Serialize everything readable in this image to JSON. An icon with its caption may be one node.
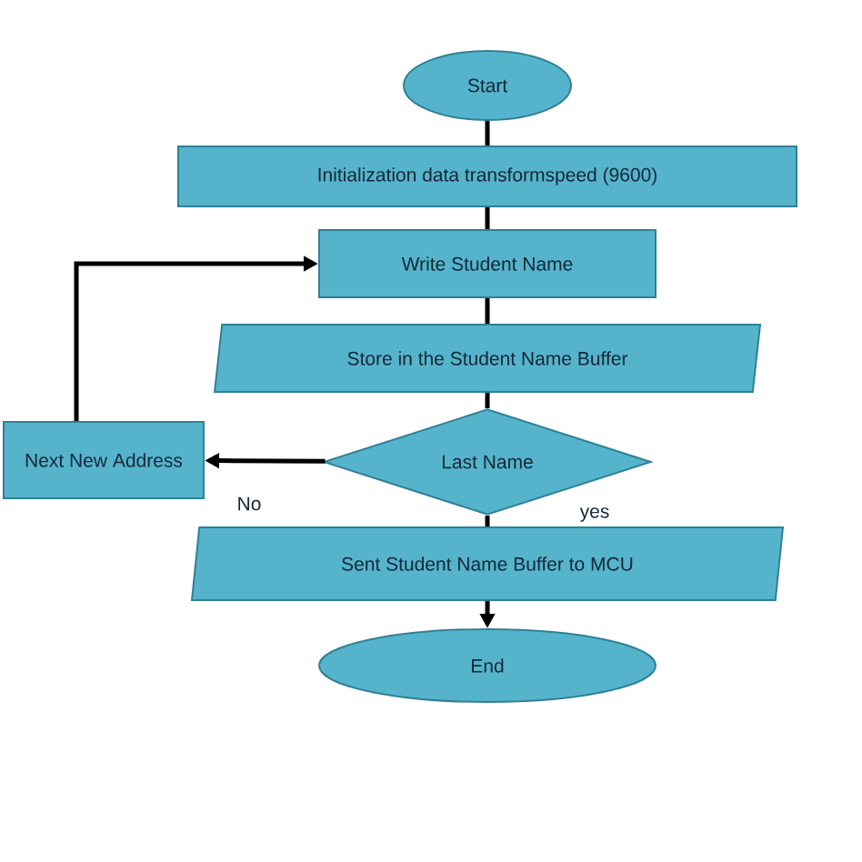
{
  "diagram": {
    "nodes": [
      {
        "text": [
          "Start"
        ]
      },
      {
        "text": [
          "Initialization data transformspeed (9600)"
        ]
      },
      {
        "text": [
          "Write Student Name"
        ]
      },
      {
        "text": [
          "Store in the Student Name Buffer"
        ]
      },
      {
        "text": [
          "Last Name"
        ]
      },
      {
        "text": [
          "Next New Address"
        ]
      },
      {
        "text": [
          "Sent Student Name Buffer to MCU"
        ]
      },
      {
        "text": [
          "End"
        ]
      }
    ],
    "edges": [
      {
        "from": 0,
        "to": 1,
        "arrow": "none"
      },
      {
        "from": 1,
        "to": 2,
        "arrow": "none"
      },
      {
        "from": 2,
        "to": 3,
        "arrow": "none"
      },
      {
        "from": 3,
        "to": 4,
        "arrow": "none"
      },
      {
        "from": 4,
        "to": 5,
        "arrow": "to",
        "label": "No"
      },
      {
        "from": 5,
        "to": 2,
        "arrow": "to"
      },
      {
        "from": 4,
        "to": 6,
        "arrow": "none",
        "label": "yes"
      },
      {
        "from": 6,
        "to": 7,
        "arrow": "to"
      }
    ]
  }
}
